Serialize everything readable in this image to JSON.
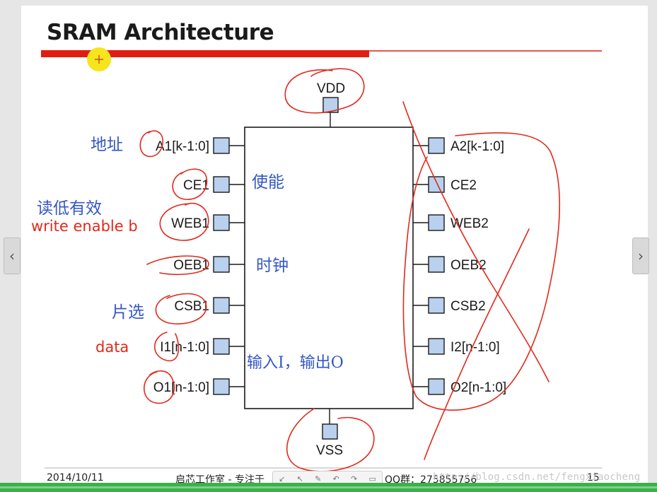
{
  "slide": {
    "title": "SRAM Architecture",
    "footer": {
      "date": "2014/10/11",
      "org": "启芯工作室 - 专注于",
      "qq": "QQ群：275855756",
      "page": "15"
    },
    "watermark": "http://blog.csdn.net/fengxiaocheng"
  },
  "nav": {
    "prev": "‹",
    "next": "›"
  },
  "toolbar": {
    "icons": [
      "↙",
      "↖",
      "✎",
      "↶",
      "↷",
      "▭"
    ]
  },
  "diagram": {
    "top_pin": "VDD",
    "bottom_pin": "VSS",
    "left_pins": [
      "A1[k-1:0]",
      "CE1",
      "WEB1",
      "OEB1",
      "CSB1",
      "I1[n-1:0]",
      "O1[n-1:0]"
    ],
    "right_pins": [
      "A2[k-1:0]",
      "CE2",
      "WEB2",
      "OEB2",
      "CSB2",
      "I2[n-1:0]",
      "O2[n-1:0]"
    ]
  },
  "annotations": {
    "address": "地址",
    "read_active_low": "读低有效",
    "write_enable": "write enable b",
    "chip_select": "片选",
    "data": "data",
    "enable": "使能",
    "clock": "时钟",
    "io": "输入I，输出O"
  },
  "colors": {
    "title_bar": "#e11d12",
    "ink_red": "#e02a1c",
    "annot_blue": "#3457c6",
    "pin_fill": "#b9d0ee",
    "cursor": "#f5e51c"
  }
}
